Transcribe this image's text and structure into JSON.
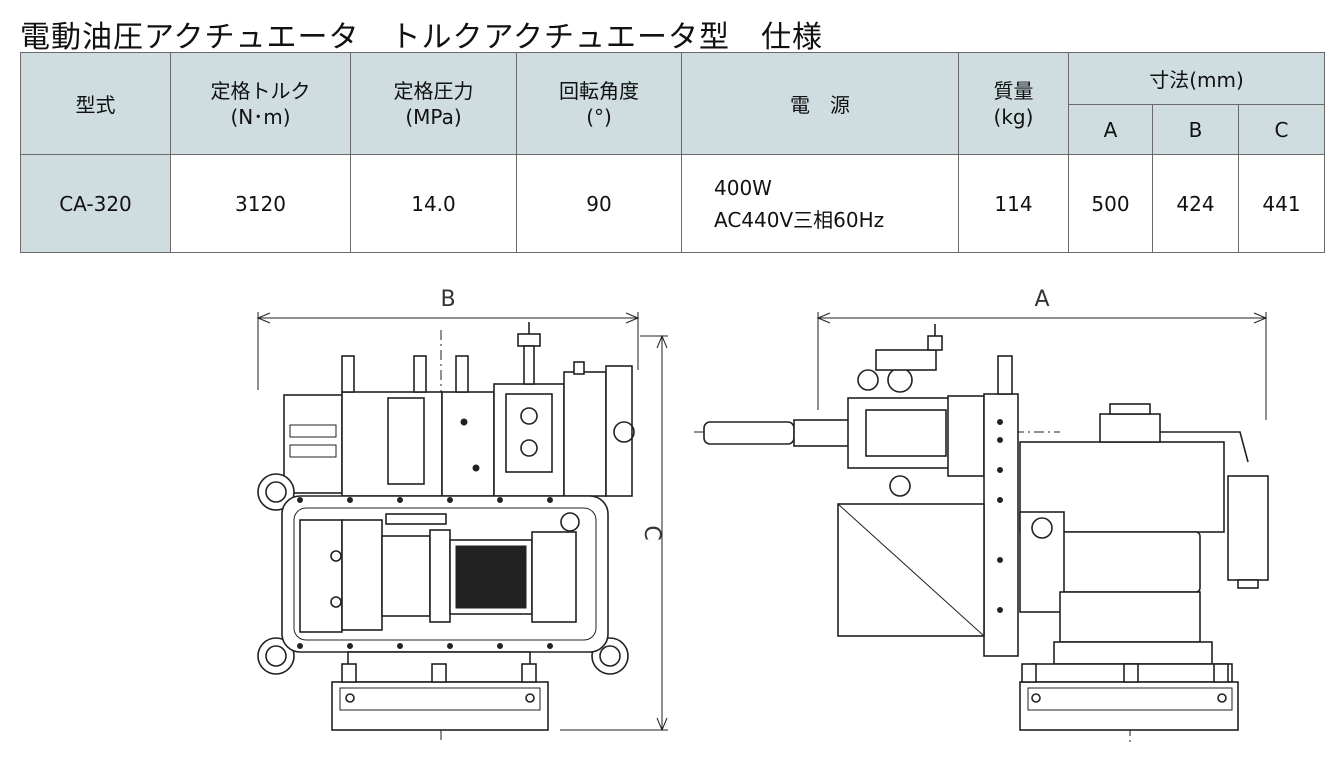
{
  "title": "電動油圧アクチュエータ　トルクアクチュエータ型　仕様",
  "table": {
    "headers": {
      "model": "型式",
      "torque": "定格トルク",
      "torque_unit": "(N･m)",
      "pressure": "定格圧力",
      "pressure_unit": "(MPa)",
      "angle": "回転角度",
      "angle_unit": "(°)",
      "power": "電　源",
      "mass": "質量",
      "mass_unit": "(kg)",
      "dims": "寸法(mm)",
      "dim_a": "A",
      "dim_b": "B",
      "dim_c": "C"
    },
    "row": {
      "model": "CA-320",
      "torque": "3120",
      "pressure": "14.0",
      "angle": "90",
      "power_line1": "400W",
      "power_line2": "AC440V三相60Hz",
      "mass": "114",
      "a": "500",
      "b": "424",
      "c": "441"
    }
  },
  "drawing": {
    "front_view": {
      "width_label": "B",
      "height_label": "C"
    },
    "side_view": {
      "width_label": "A"
    }
  }
}
